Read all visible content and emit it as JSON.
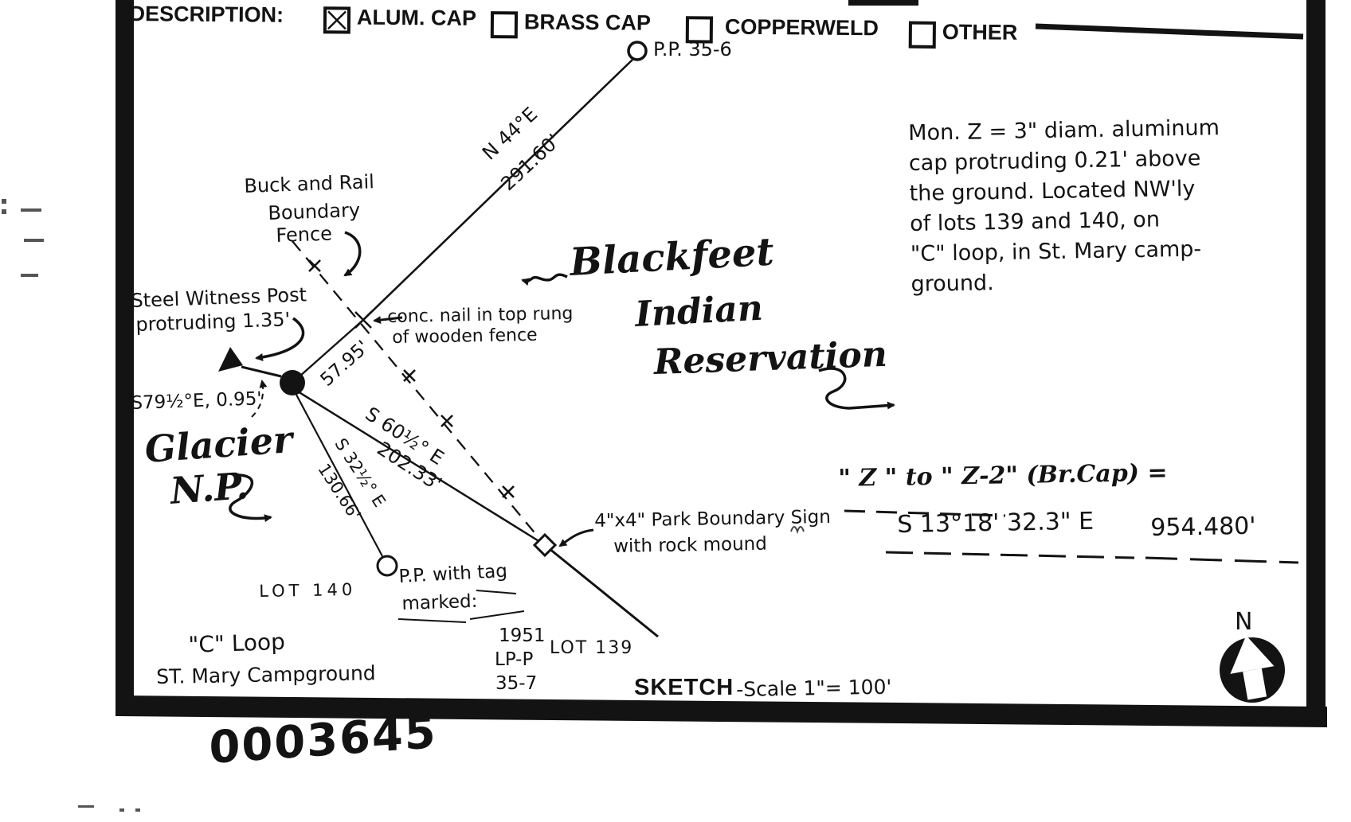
{
  "colors": {
    "ink": "#131313",
    "paper": "#ffffff"
  },
  "header": {
    "description_label": ".DESCRIPTION:",
    "checkboxes": [
      {
        "label": "ALUM. CAP",
        "checked": true
      },
      {
        "label": "BRASS CAP",
        "checked": false
      },
      {
        "label": "COPPERWELD",
        "checked": false
      },
      {
        "label": "OTHER",
        "checked": false
      }
    ]
  },
  "sketch": {
    "pp_top_label": "P.P. 35-6",
    "bearing_n44": "N 44°E",
    "dist_291": "291.60'",
    "buck_rail": {
      "line1": "Buck and Rail",
      "line2": "Boundary",
      "line3": "Fence"
    },
    "witness": {
      "line1": "Steel Witness Post",
      "line2": "protruding  1.35'"
    },
    "nail": {
      "line1": "conc. nail in top rung",
      "line2": "of wooden fence"
    },
    "dist_5795": "57.95'",
    "s79_note": "S79½°E, 0.95'",
    "glacier": {
      "line1": "Glacier",
      "line2": "N.P."
    },
    "blackfeet": {
      "line1": "Blackfeet",
      "line2": "Indian",
      "line3": "Reservation"
    },
    "bearing_s60": "S 60½° E",
    "dist_202": "202.33'",
    "bearing_s32": "S 32½° E",
    "dist_130": "130.66'",
    "sign": {
      "line1": "4\"x4\" Park Boundary Sign",
      "line2": "with rock mound"
    },
    "pp_tag": {
      "line1": "P.P. with tag",
      "line2": "marked:",
      "line3": "1951",
      "line4": "LP-P",
      "line5": "35-7"
    },
    "lot140": "LOT  140",
    "lot139": "LOT 139",
    "c_loop": "\"C\" Loop",
    "campground": "ST. Mary  Campground",
    "sketch_label": "SKETCH",
    "scale_label": "-Scale   1\"= 100'",
    "north_label": "N"
  },
  "notes": {
    "mon_lines": [
      "Mon. Z = 3\" diam. aluminum",
      "cap protruding 0.21' above",
      "the ground.  Located NW'ly",
      "of lots 139 and 140, on",
      "\"C\" loop, in St. Mary camp-",
      "ground."
    ],
    "z_to_z2": "\" Z \" to \" Z-2\" (Br.Cap) =",
    "bearing_result": "S 13°18' 32.3\" E",
    "distance_result": "954.480'"
  },
  "stamp": {
    "number": "0003645"
  }
}
